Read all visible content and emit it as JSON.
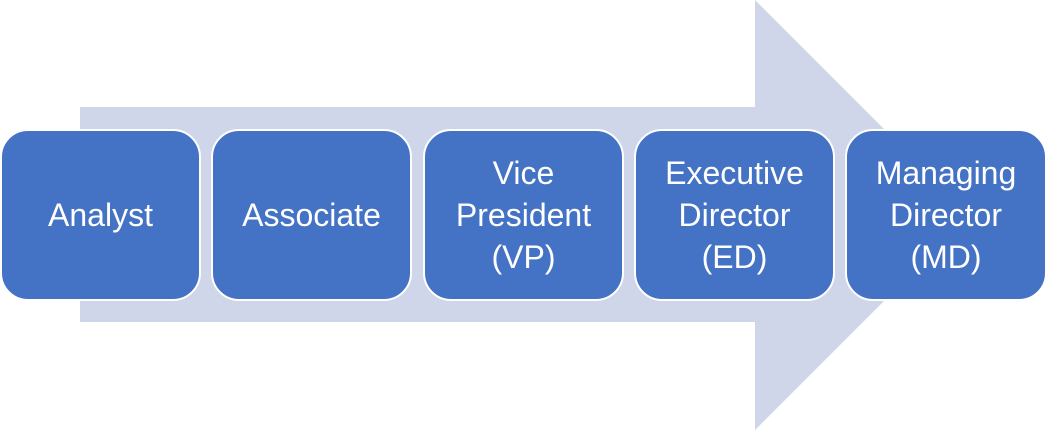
{
  "diagram": {
    "type": "process-arrow",
    "arrow_color": "#d0d6ea",
    "step_color": "#4472c4",
    "text_color": "#ffffff",
    "steps": [
      {
        "label": "Analyst"
      },
      {
        "label": "Associate"
      },
      {
        "label": "Vice\nPresident\n(VP)"
      },
      {
        "label": "Executive\nDirector\n(ED)"
      },
      {
        "label": "Managing\nDirector\n(MD)"
      }
    ]
  }
}
